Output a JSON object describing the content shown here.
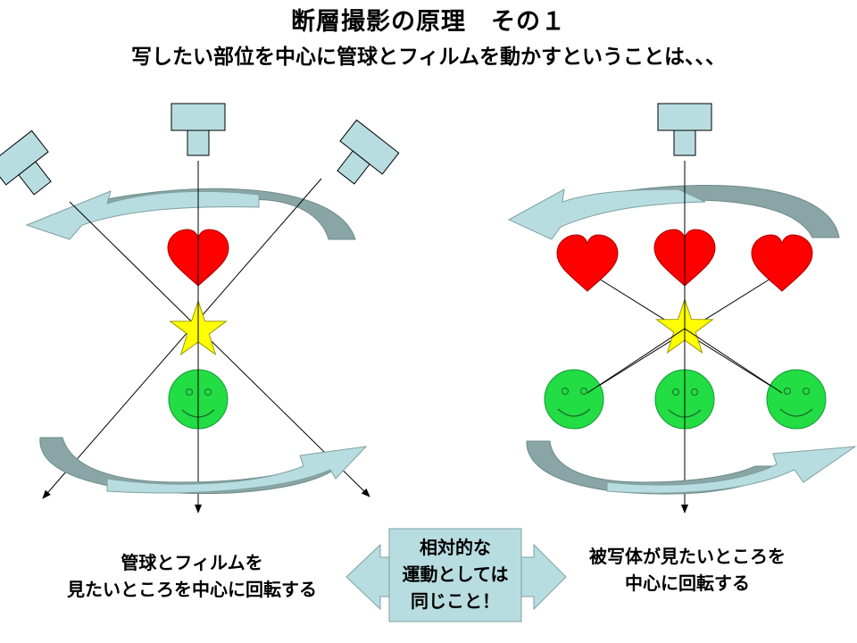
{
  "title": "断層撮影の原理　その１",
  "subtitle": "写したい部位を中心に管球とフィルムを動かすということは、、、",
  "left_caption": [
    "管球とフィルムを",
    "見たいところを中心に回転する"
  ],
  "right_caption": [
    "被写体が見たいところを",
    "中心に回転する"
  ],
  "center_note": [
    "相対的な",
    "運動としては",
    "同じこと！"
  ],
  "colors": {
    "tube": "#b8dde0",
    "heart": "#ff0000",
    "star": "#ffff00",
    "face": "#22dd44",
    "arrow_light": "#b8dde0",
    "arrow_dark": "#8aa5a5"
  }
}
